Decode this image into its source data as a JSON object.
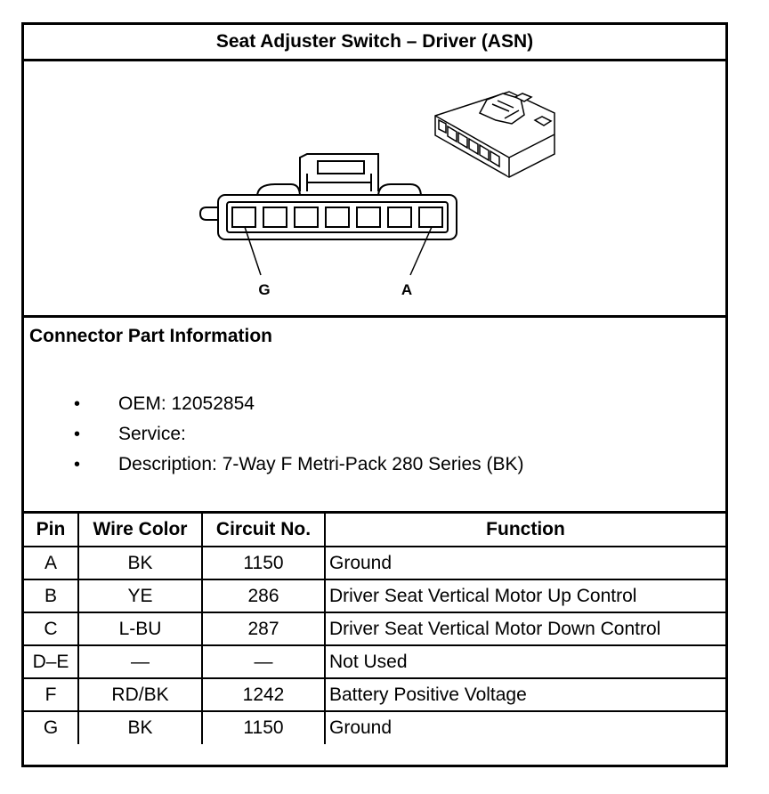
{
  "title": "Seat Adjuster Switch – Driver (ASN)",
  "diagram": {
    "pin_labels": [
      "G",
      "A"
    ]
  },
  "connector_info": {
    "heading": "Connector Part Information",
    "bullet_glyph": "•",
    "items": [
      "OEM: 12052854",
      "Service:",
      "Description: 7-Way F Metri-Pack 280 Series (BK)"
    ]
  },
  "pin_table": {
    "headers": [
      "Pin",
      "Wire Color",
      "Circuit No.",
      "Function"
    ],
    "rows": [
      [
        "A",
        "BK",
        "1150",
        "Ground"
      ],
      [
        "B",
        "YE",
        "286",
        "Driver Seat Vertical Motor Up Control"
      ],
      [
        "C",
        "L-BU",
        "287",
        "Driver Seat Vertical Motor Down Control"
      ],
      [
        "D–E",
        "—",
        "—",
        "Not Used"
      ],
      [
        "F",
        "RD/BK",
        "1242",
        "Battery Positive Voltage"
      ],
      [
        "G",
        "BK",
        "1150",
        "Ground"
      ]
    ]
  }
}
